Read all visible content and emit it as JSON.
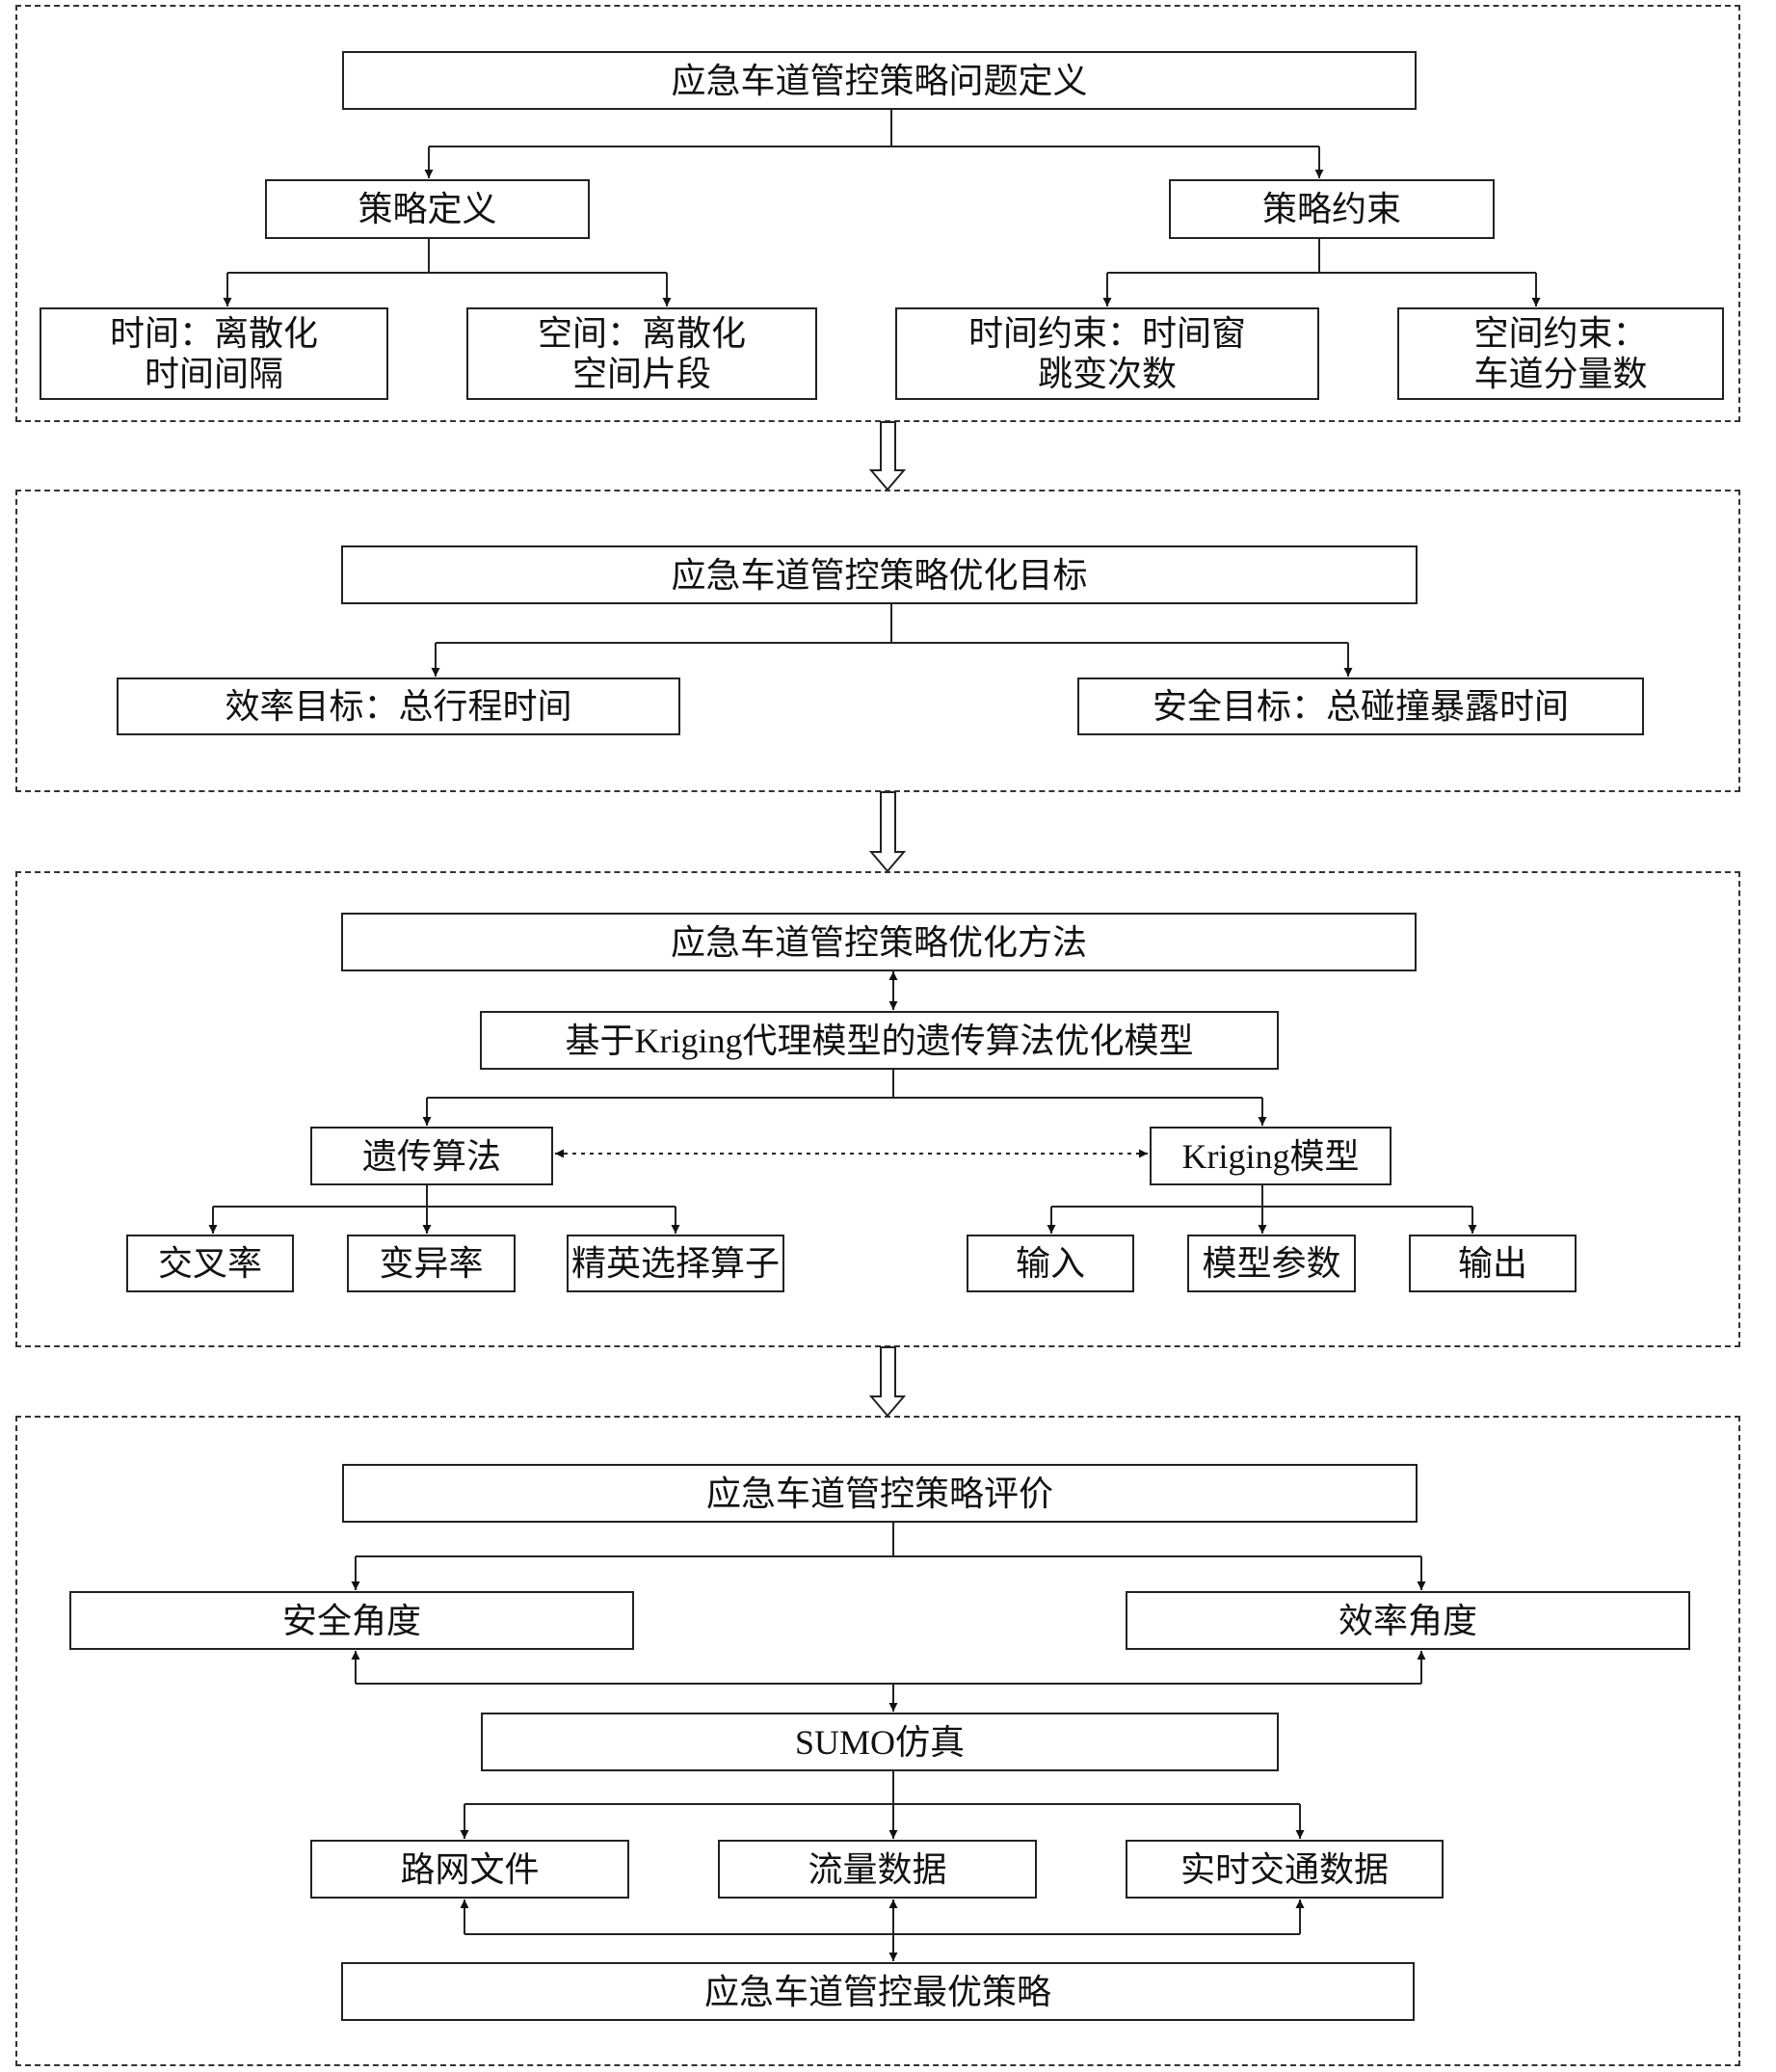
{
  "sections": {
    "problem": {
      "title": "应急车道管控策略问题定义",
      "definition": "策略定义",
      "constraint": "策略约束",
      "time_discrete": [
        "时间：离散化",
        "时间间隔"
      ],
      "space_discrete": [
        "空间：离散化",
        "空间片段"
      ],
      "time_constraint": [
        "时间约束：时间窗",
        "跳变次数"
      ],
      "space_constraint": [
        "空间约束：",
        "车道分量数"
      ]
    },
    "objective": {
      "title": "应急车道管控策略优化目标",
      "efficiency": "效率目标：总行程时间",
      "safety": "安全目标：总碰撞暴露时间"
    },
    "method": {
      "title": "应急车道管控策略优化方法",
      "model": "基于Kriging代理模型的遗传算法优化模型",
      "ga": "遗传算法",
      "kriging": "Kriging模型",
      "ga_children": [
        "交叉率",
        "变异率",
        "精英选择算子"
      ],
      "kriging_children": [
        "输入",
        "模型参数",
        "输出"
      ]
    },
    "evaluation": {
      "title": "应急车道管控策略评价",
      "safety": "安全角度",
      "efficiency": "效率角度",
      "sumo": "SUMO仿真",
      "inputs": [
        "路网文件",
        "流量数据",
        "实时交通数据"
      ],
      "optimal": "应急车道管控最优策略"
    }
  },
  "colors": {
    "line": "#222222",
    "background": "#ffffff"
  }
}
